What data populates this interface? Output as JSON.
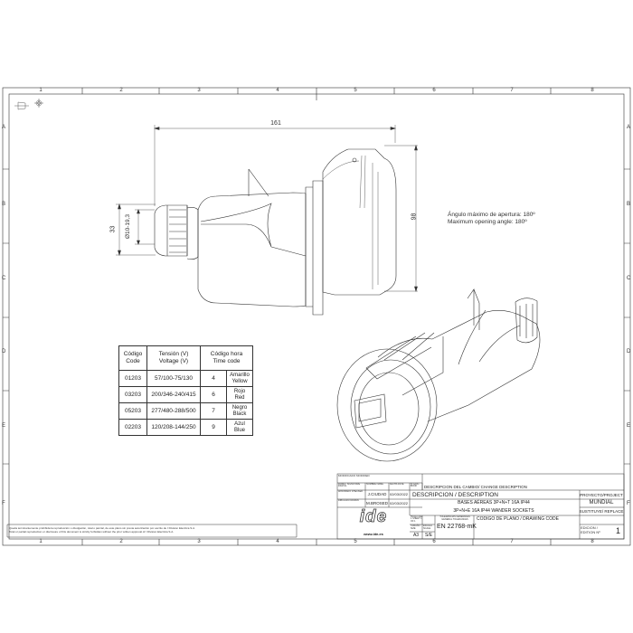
{
  "frame": {
    "columns": [
      "1",
      "2",
      "3",
      "4",
      "5",
      "6",
      "7",
      "8"
    ],
    "rows": [
      "A",
      "B",
      "C",
      "D",
      "E",
      "F"
    ]
  },
  "dimensions": {
    "length": "161",
    "height": "98",
    "gland_height": "33",
    "cable_diameter": "Ø10-19,3"
  },
  "notes": {
    "angle_es": "Ángulo máximo de apertura: 180º",
    "angle_en": "Maximum opening angle: 180º"
  },
  "code_table": {
    "headers": {
      "code": "Código\nCode",
      "voltage": "Tensión (V)\nVoltage (V)",
      "time_code": "Código hora\nTime code"
    },
    "rows": [
      {
        "code": "01203",
        "voltage": "57/100-75/130",
        "hour": "4",
        "color": "Amarillo\nYellow"
      },
      {
        "code": "03203",
        "voltage": "200/346-240/415",
        "hour": "6",
        "color": "Rojo\nRed"
      },
      {
        "code": "05203",
        "voltage": "277/480-288/500",
        "hour": "7",
        "color": "Negro\nBlack"
      },
      {
        "code": "02203",
        "voltage": "120/208-144/250",
        "hour": "9",
        "color": "Azul\nBlue"
      }
    ]
  },
  "title_block": {
    "modified_label": "MODIFICADO MODIFIED",
    "signature_label": "FIRMA / SIGNATURE DIGITAL",
    "name_label": "NOMBRE NAME",
    "date_label": "FECHA DATE",
    "edition_no_label": "Nº EDIC. BOOK",
    "change_description_label": "DESCRIPCION DEL CAMBIO/ CHANGE DESCRIPTION",
    "approved_label": "APROBADO CHECKED",
    "drawn_label": "DIBUJADO DRAWN",
    "approved_name": "J.CIUDAD",
    "approved_date": "02/03/2022",
    "drawn_name": "M.BROSED",
    "drawn_date": "02/03/2022",
    "description_label": "DESCRIPCION / DESCRIPTION",
    "description_line1": "BASES AÉREAS 3P+N+T 16A IP44",
    "description_line2": "3P+N+E 16A IP44 WANDER  SOCKETS",
    "project_label": "PROYECTO/PROJECT",
    "project_value": "MUNDIAL",
    "replace_label": "SUSTITUYE/ REPLACE",
    "sheet_label": "HOJA 1 DE 1 SHEET 1 OF 1",
    "tolerance_label": "TOLERANCIAS GENERALES GENERAL TOLERANCES",
    "size_label": "TAMAÑO SIZE",
    "scale_label": "ESCALA SCALE",
    "size_value": "A3",
    "scale_value": "S/E",
    "tolerance_value": "EN 22768-mK",
    "drawing_code_label": "CODIGO DE PLANO / DRAWING CODE",
    "edition_label": "EDICION / EDITION   Nº",
    "edition_value": "1",
    "logo_text": "ide",
    "website": "www.ide.es"
  },
  "disclaimer": {
    "es": "Queda terminantemente prohibida la reproducción o divulgación, total o parcial, de este plano sin previa autorización por escrito de I Division Electrica S.A.",
    "en": "Total or partial reproduction or disclosure of this document is strictly forbidden without the prior written approval of I Division Electrica S.A."
  }
}
